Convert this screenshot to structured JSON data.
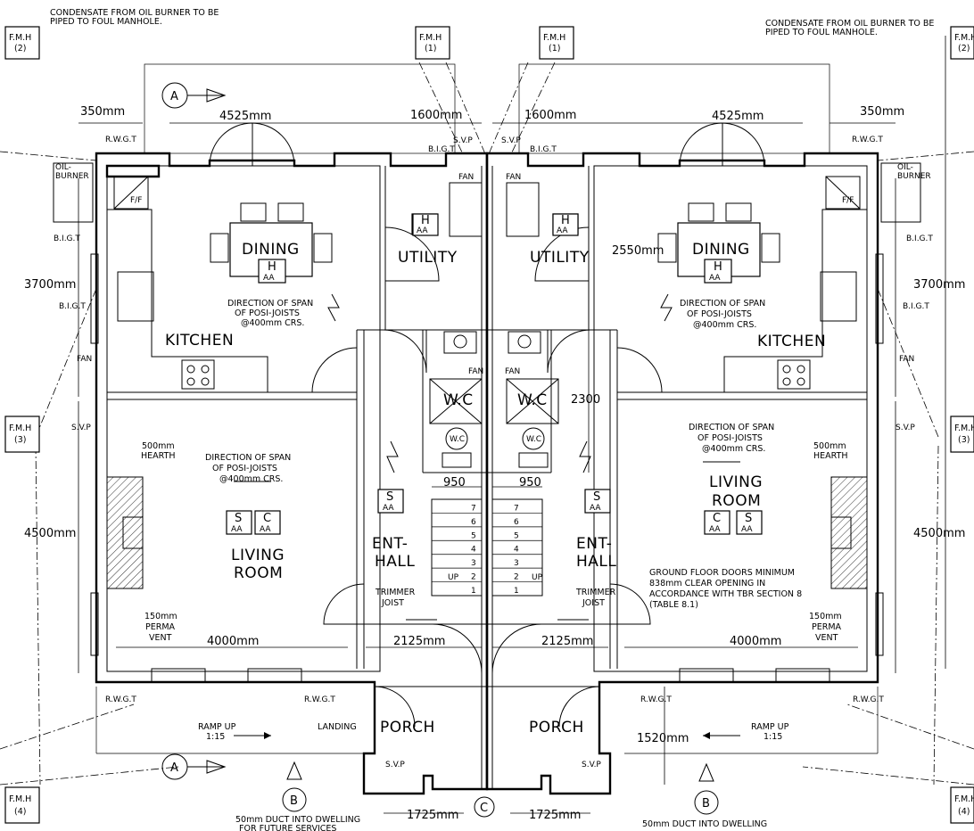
{
  "notes": {
    "condensate_line1": "CONDENSATE FROM OIL BURNER TO BE",
    "condensate_line2": "PIPED TO FOUL MANHOLE.",
    "doors_line1": "GROUND FLOOR DOORS MINIMUM",
    "doors_line2": "838mm CLEAR OPENING IN",
    "doors_line3": "ACCORDANCE WITH TBR SECTION 8",
    "doors_line4": "(TABLE 8.1)",
    "duct_line1": "50mm DUCT INTO DWELLING",
    "duct_line2": "FOR FUTURE SERVICES",
    "span_line1": "DIRECTION OF SPAN",
    "span_line2": "OF POSI-JOISTS",
    "span_line3": "@400mm CRS.",
    "hearth_line1": "500mm",
    "hearth_line2": "HEARTH",
    "vent_line1": "150mm",
    "vent_line2": "PERMA",
    "vent_line3": "VENT",
    "trimmer_line1": "TRIMMER",
    "trimmer_line2": "JOIST",
    "ramp_line1": "RAMP UP",
    "ramp_line2": "1:15"
  },
  "manholes": {
    "fmh": "F.M.H",
    "n1": "(1)",
    "n2": "(2)",
    "n3": "(3)",
    "n4": "(4)"
  },
  "rooms": {
    "dining": "DINING",
    "kitchen": "KITCHEN",
    "utility": "UTILITY",
    "wc": "W.C",
    "living_line1": "LIVING",
    "living_line2": "ROOM",
    "hall_line1": "ENT-",
    "hall_line2": "HALL",
    "porch": "PORCH",
    "landing": "LANDING"
  },
  "labels": {
    "rwgt": "R.W.G.T",
    "bigt": "B.I.G.T",
    "svp": "S.V.P",
    "fan": "FAN",
    "oil_line1": "OIL-",
    "oil_line2": "BURNER",
    "ff": "F/F",
    "up": "UP",
    "wc_small": "W.C",
    "section_a": "A",
    "section_b": "B",
    "section_c": "C",
    "h": "H",
    "s": "S",
    "c": "C",
    "aa": "AA"
  },
  "dimensions": {
    "d350": "350mm",
    "d4525": "4525mm",
    "d1600": "1600mm",
    "d3700": "3700mm",
    "d2550": "2550mm",
    "d2300": "2300",
    "d4500": "4500mm",
    "d950": "950",
    "d4000": "4000mm",
    "d2125": "2125mm",
    "d1520": "1520mm",
    "d1725": "1725mm"
  },
  "stairs": [
    "1",
    "2",
    "3",
    "4",
    "5",
    "6",
    "7"
  ]
}
